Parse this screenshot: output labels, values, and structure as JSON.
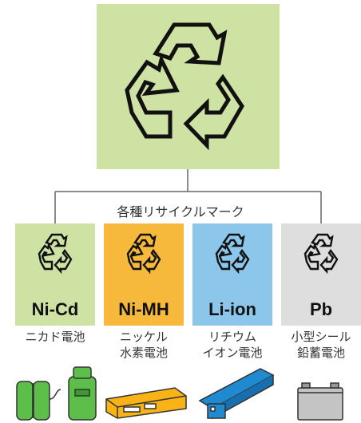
{
  "group_label": "各種リサイクルマーク",
  "colors": {
    "main_symbol_bg": "#cde2a3",
    "nicd_bg": "#cde2a3",
    "nimh_bg": "#f6b93b",
    "liion_bg": "#8cc6ea",
    "pb_bg": "#dedede",
    "product_green": "#5cbf4a",
    "product_orange": "#f9b317",
    "product_blue": "#1f8ad0",
    "product_gray": "#c4c4c4"
  },
  "batteries": [
    {
      "code": "Ni-Cd",
      "name": "ニカド電池",
      "icon": "nicd-battery-pack-icon"
    },
    {
      "code": "Ni-MH",
      "name": "ニッケル\n水素電池",
      "icon": "nimh-battery-stick-icon"
    },
    {
      "code": "Li-ion",
      "name": "リチウム\nイオン電池",
      "icon": "liion-phone-battery-icon"
    },
    {
      "code": "Pb",
      "name": "小型シール\n鉛蓄電池",
      "icon": "lead-acid-battery-icon"
    }
  ]
}
